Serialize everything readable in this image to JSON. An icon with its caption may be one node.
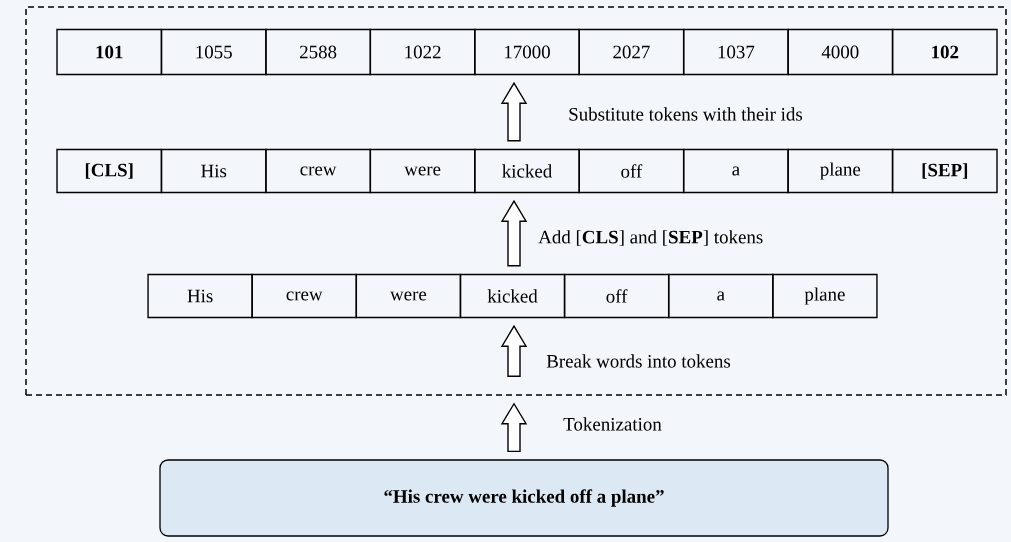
{
  "diagram": {
    "nodes": [
      {
        "text": [],
        "shape": "box"
      },
      {
        "text": [
          "101"
        ],
        "in": 0
      },
      {
        "text": [
          "1055"
        ],
        "in": 0
      },
      {
        "text": [
          "2588"
        ],
        "in": 0
      },
      {
        "text": [
          "1022"
        ],
        "in": 0
      },
      {
        "text": [
          "17000"
        ],
        "in": 0
      },
      {
        "text": [
          "2027"
        ],
        "in": 0
      },
      {
        "text": [
          "1037"
        ],
        "in": 0
      },
      {
        "text": [
          "4000"
        ],
        "in": 0
      },
      {
        "text": [
          "102"
        ],
        "in": 0
      },
      {
        "text": [
          "[CLS]"
        ],
        "in": 0
      },
      {
        "text": [
          "His"
        ],
        "in": 0
      },
      {
        "text": [
          "crew"
        ],
        "in": 0
      },
      {
        "text": [
          "were"
        ],
        "in": 0
      },
      {
        "text": [
          "kicked"
        ],
        "in": 0
      },
      {
        "text": [
          "off"
        ],
        "in": 0
      },
      {
        "text": [
          "a"
        ],
        "in": 0
      },
      {
        "text": [
          "plane"
        ],
        "in": 0
      },
      {
        "text": [
          "[SEP]"
        ],
        "in": 0
      },
      {
        "text": [
          "His"
        ],
        "in": 0
      },
      {
        "text": [
          "crew"
        ],
        "in": 0
      },
      {
        "text": [
          "were"
        ],
        "in": 0
      },
      {
        "text": [
          "kicked"
        ],
        "in": 0
      },
      {
        "text": [
          "off"
        ],
        "in": 0
      },
      {
        "text": [
          "a"
        ],
        "in": 0
      },
      {
        "text": [
          "plane"
        ],
        "in": 0
      },
      {
        "text": [
          "“His crew were kicked off a plane”"
        ]
      }
    ],
    "edges": [
      {
        "from": 14,
        "to": 5,
        "arrow": "to",
        "label": "Substitute tokens with their ids"
      },
      {
        "from": 22,
        "to": 14,
        "arrow": "to",
        "label": "Add [**CLS**] and [**SEP**] tokens"
      },
      {
        "from": null,
        "to": 22,
        "arrow": "to",
        "label": "Break words into tokens"
      },
      {
        "from": 26,
        "to": 0,
        "arrow": "to",
        "label": "Tokenization"
      }
    ]
  }
}
